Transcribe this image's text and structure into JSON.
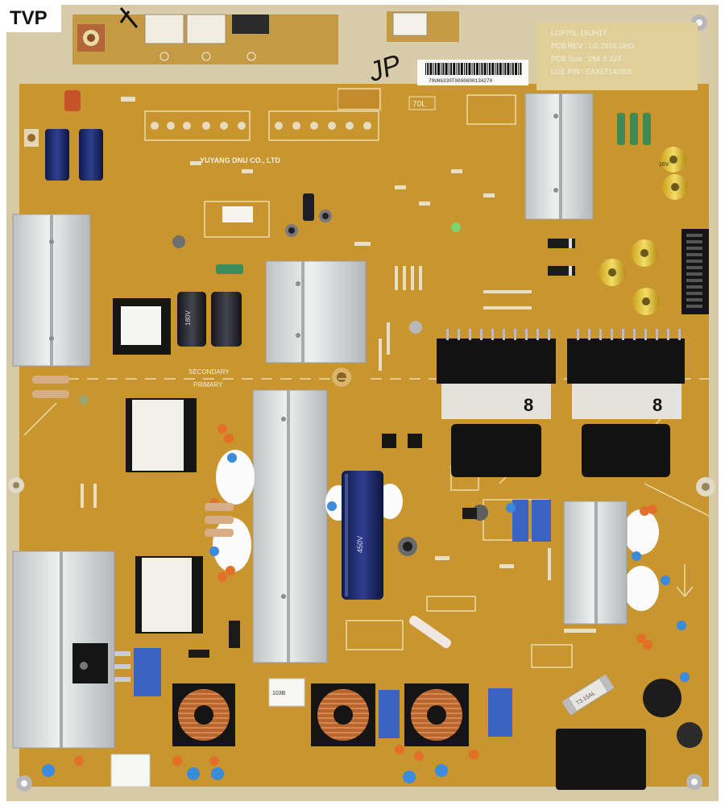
{
  "watermark": "TVP",
  "board": {
    "maker_text": "YUYANG DNU CO., LTD",
    "label_70l": "70L",
    "region_secondary": "SECONDARY",
    "region_primary": "PRIMARY",
    "pcb_info_lines": [
      "LGP70L-16UH1T",
      "PCB REV : LG 2016.UHD",
      "PCB Size : 284 X 324",
      "LGE P/N : EAX67140301"
    ],
    "barcode_text": "70UH6330T0090000134270",
    "handwritten_mark": "JP",
    "transformer_label": "8",
    "parts": {
      "res_jumper": "103B",
      "fuse": "T3.15AL",
      "cap_big": "450V",
      "cap_dark": "180V",
      "cap_yellow": "16V"
    }
  },
  "colors": {
    "pcb": "#c8952f",
    "pcb_edge": "#d8c9a6",
    "heatsink": "#d5d7d8",
    "transformer_core": "#121212",
    "capacitor_big": "#1b2a6b",
    "filter_cap": "#3b63c4"
  }
}
